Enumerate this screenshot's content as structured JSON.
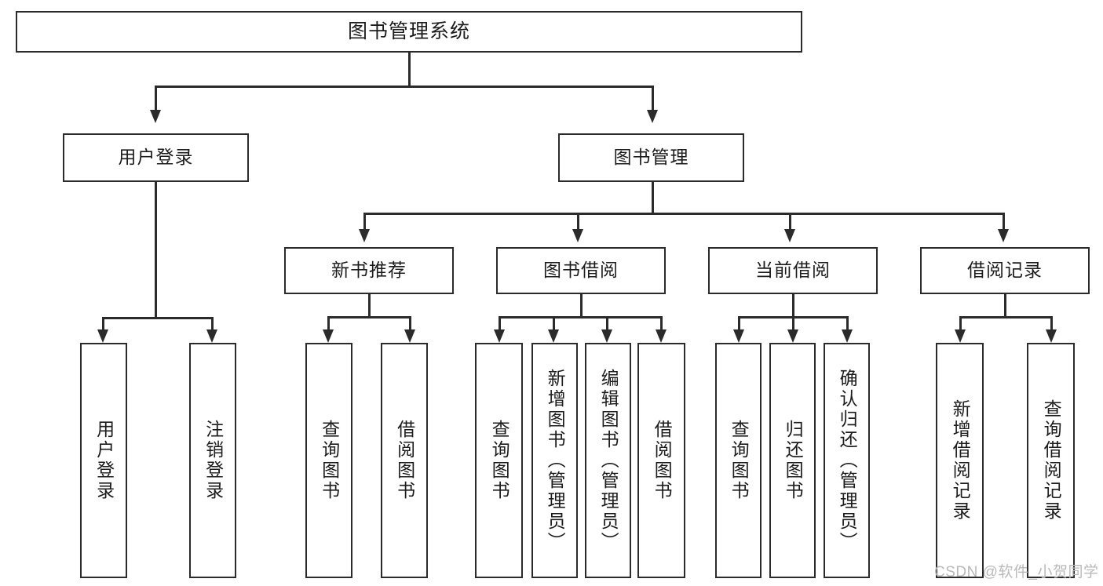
{
  "diagram": {
    "title": "图书管理系统",
    "type": "hierarchy-tree",
    "watermark": "CSDN @软件_小贺同学",
    "colors": {
      "stroke": "#2b2b2b",
      "fill": "#ffffff",
      "text": "#1c1c1c",
      "watermark": "#b9b9b9"
    },
    "nodes": {
      "root": {
        "label": "图书管理系统"
      },
      "level2": [
        {
          "label": "用户登录"
        },
        {
          "label": "图书管理"
        }
      ],
      "level3": [
        {
          "label": "新书推荐"
        },
        {
          "label": "图书借阅"
        },
        {
          "label": "当前借阅"
        },
        {
          "label": "借阅记录"
        }
      ],
      "leaves": [
        {
          "label": "用户登录"
        },
        {
          "label": "注销登录"
        },
        {
          "label": "查询图书"
        },
        {
          "label": "借阅图书"
        },
        {
          "label": "查询图书"
        },
        {
          "label": "新增图书（管理员）"
        },
        {
          "label": "编辑图书（管理员）"
        },
        {
          "label": "借阅图书"
        },
        {
          "label": "查询图书"
        },
        {
          "label": "归还图书"
        },
        {
          "label": "确认归还（管理员）"
        },
        {
          "label": "新增借阅记录"
        },
        {
          "label": "查询借阅记录"
        }
      ]
    }
  }
}
